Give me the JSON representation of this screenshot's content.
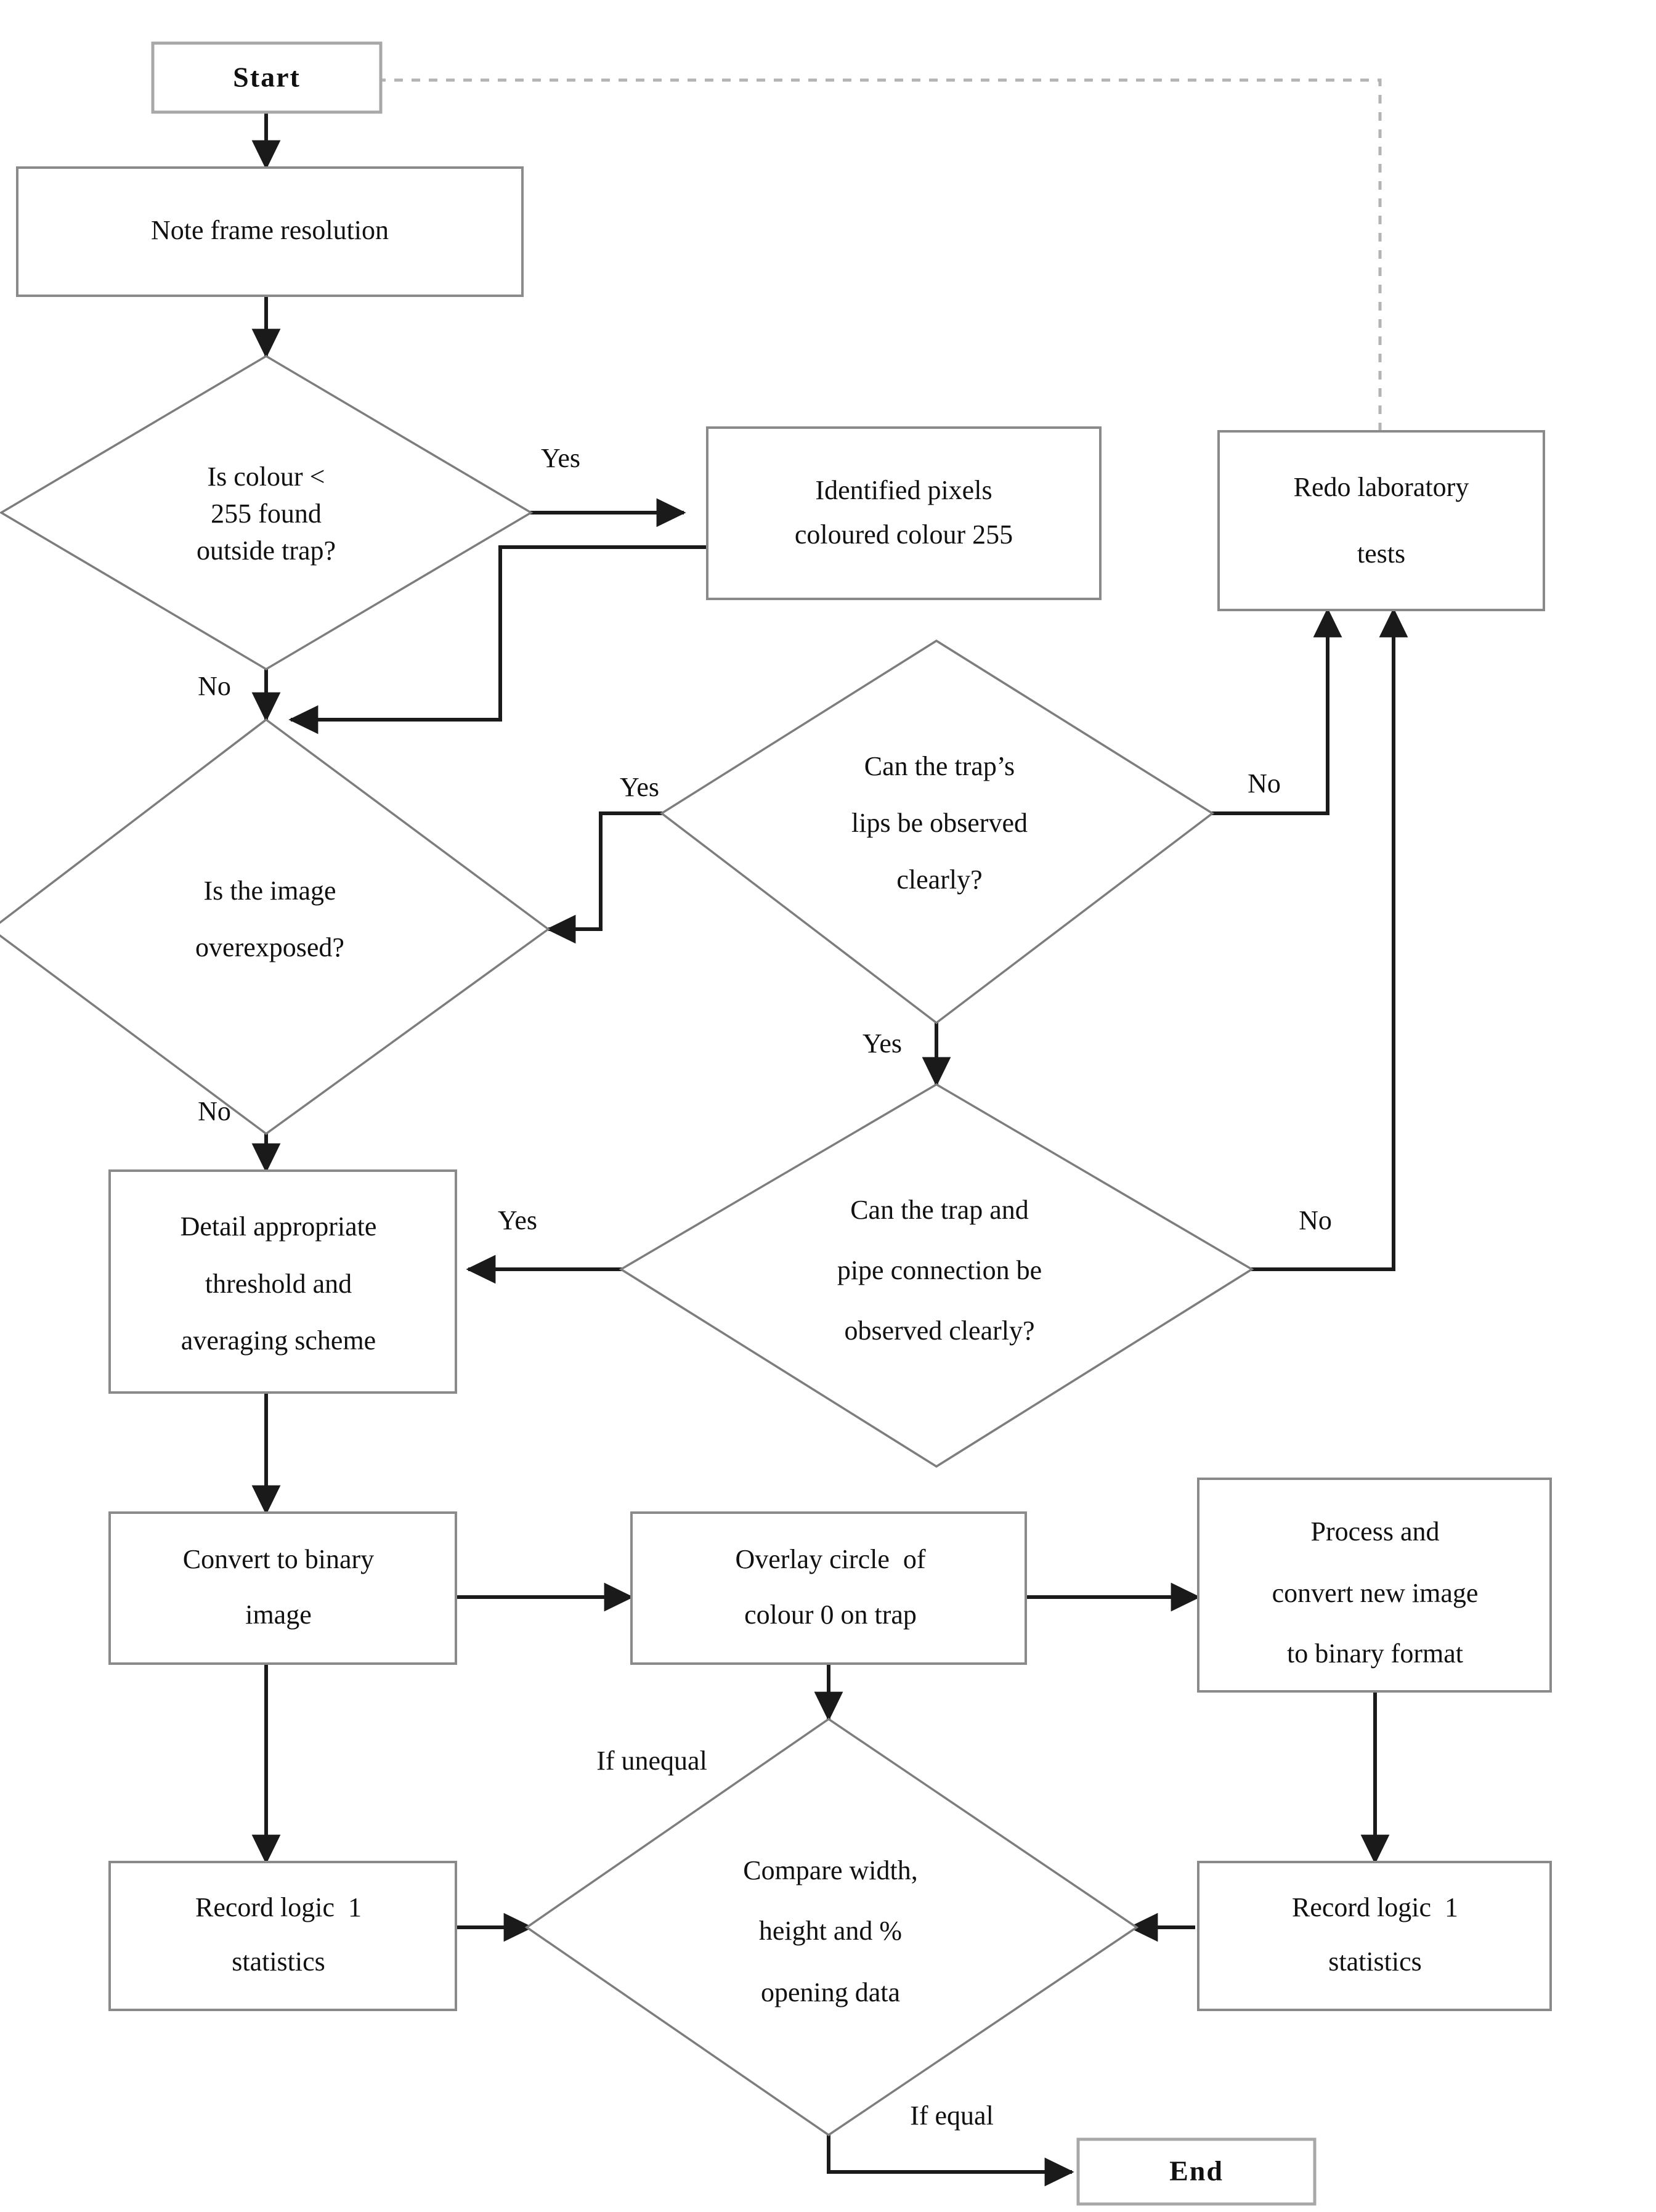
{
  "diagram": {
    "title": "Image processing decision flowchart",
    "colors": {
      "background": "#ffffff",
      "node_border": "#8a8a8a",
      "decision_border": "#7d7d7d",
      "edge": "#1a1a1a",
      "dashed_edge": "#b4b4b4",
      "text": "#111111"
    },
    "nodes": [
      {
        "id": "start",
        "type": "process",
        "label": "Start"
      },
      {
        "id": "note-res",
        "type": "process",
        "label": "Note frame resolution"
      },
      {
        "id": "colour-255",
        "type": "decision",
        "label_lines": [
          "Is colour <",
          "255 found",
          "outside trap?"
        ]
      },
      {
        "id": "identified",
        "type": "process",
        "label_lines": [
          "Identified pixels",
          "coloured colour 255"
        ]
      },
      {
        "id": "redo-lab",
        "type": "process",
        "label_lines": [
          "Redo laboratory",
          "tests"
        ]
      },
      {
        "id": "overexposed",
        "type": "decision",
        "label_lines": [
          "Is the image",
          "overexposed?"
        ]
      },
      {
        "id": "trap-lips",
        "type": "decision",
        "label_lines": [
          "Can the trap’s",
          "lips be observed",
          "clearly?"
        ]
      },
      {
        "id": "trap-pipe",
        "type": "decision",
        "label_lines": [
          "Can the trap and",
          "pipe connection be",
          "observed clearly?"
        ]
      },
      {
        "id": "detail-thr",
        "type": "process",
        "label_lines": [
          "Detail appropriate",
          "threshold and",
          "averaging scheme"
        ]
      },
      {
        "id": "convert-bin",
        "type": "process",
        "label_lines": [
          "Convert to binary",
          "image"
        ]
      },
      {
        "id": "overlay",
        "type": "process",
        "label_lines": [
          "Overlay circle  of",
          "colour 0 on trap"
        ]
      },
      {
        "id": "process-new",
        "type": "process",
        "label_lines": [
          "Process and",
          "convert new image",
          "to binary format"
        ]
      },
      {
        "id": "record-left",
        "type": "process",
        "label_lines": [
          "Record logic  1",
          "statistics"
        ]
      },
      {
        "id": "record-right",
        "type": "process",
        "label_lines": [
          "Record logic  1",
          "statistics"
        ]
      },
      {
        "id": "compare",
        "type": "decision",
        "label_lines": [
          "Compare width,",
          "height and %",
          "opening data"
        ]
      },
      {
        "id": "end",
        "type": "process",
        "label": "End"
      }
    ],
    "edge_labels": {
      "colour255_yes": "Yes",
      "colour255_no": "No",
      "overexposed_no": "No",
      "traplips_yes_left": "Yes",
      "traplips_no": "No",
      "traplips_yes_down": "Yes",
      "trappipe_yes": "Yes",
      "trappipe_no": "No",
      "compare_unequal": "If unequal",
      "compare_equal": "If equal"
    }
  }
}
